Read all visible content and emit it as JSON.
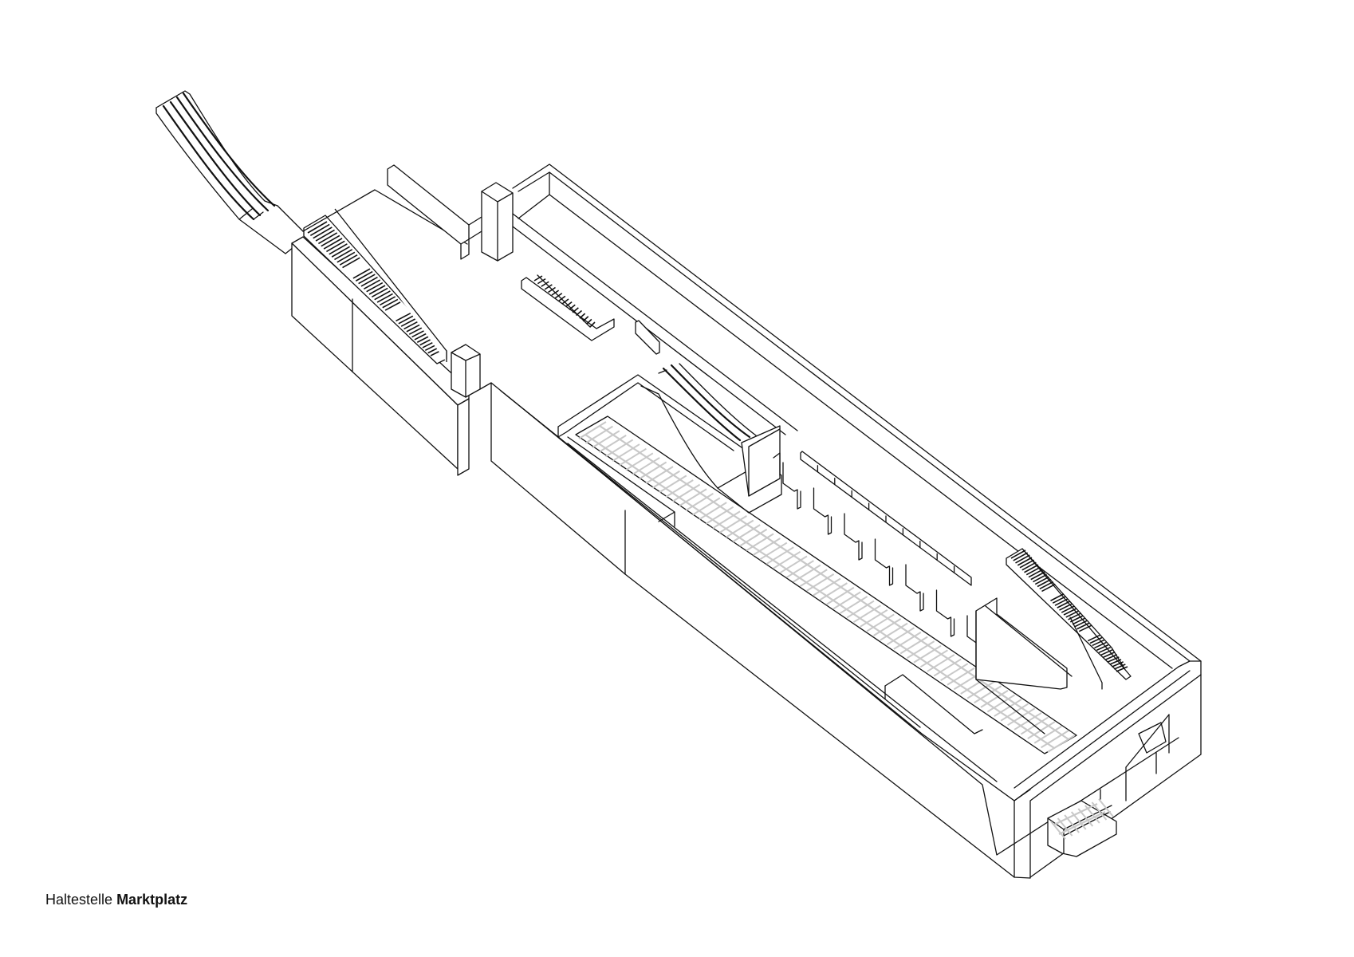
{
  "caption": {
    "prefix": "Haltestelle",
    "name": "Marktplatz"
  },
  "drawing": {
    "type": "axonometric",
    "subject": "underground tram/subway stop",
    "line_color": "#111111",
    "track_color": "#c8c8c8",
    "background": "#ffffff",
    "elements": [
      "street-level-escalator",
      "entrance-stair",
      "mezzanine-stair",
      "platform-escalator",
      "track-bed",
      "platform-columns",
      "east-stair",
      "tunnel-portal"
    ]
  }
}
